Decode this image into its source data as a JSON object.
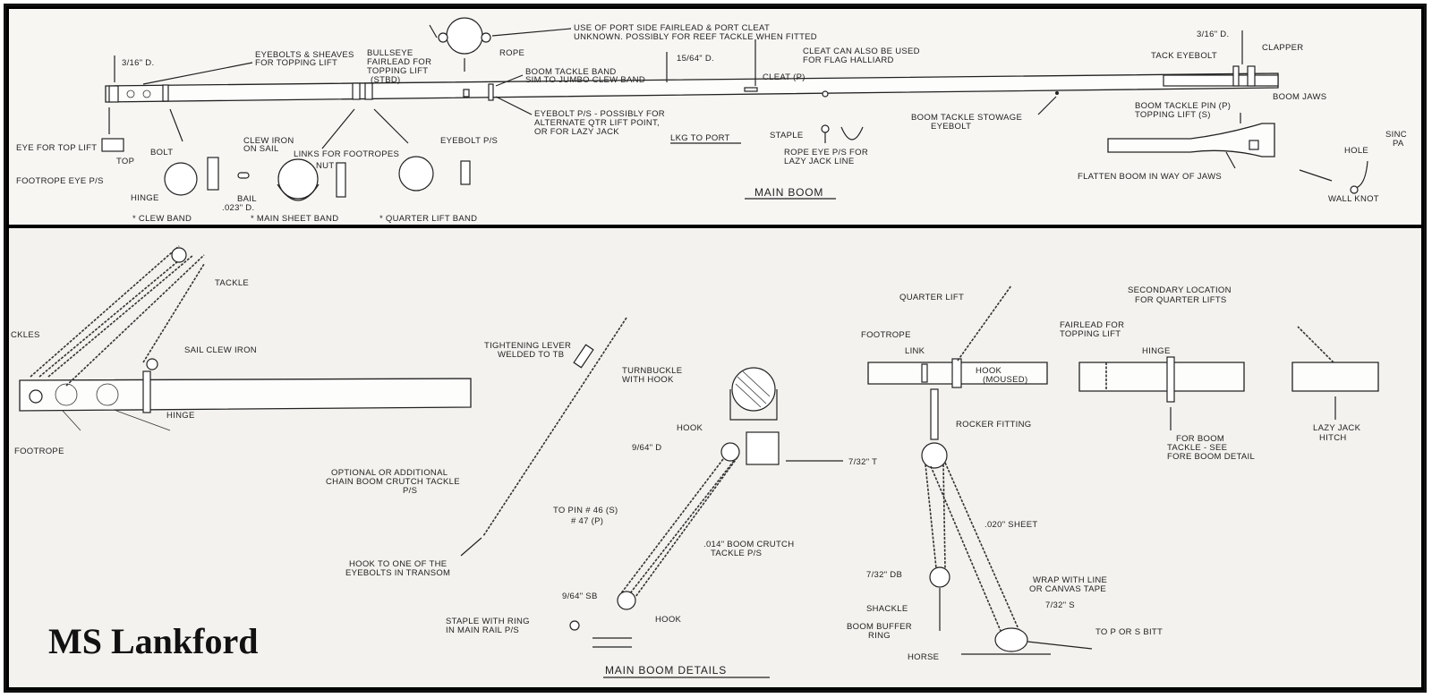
{
  "watermark": "MS Lankford",
  "top": {
    "title": "MAIN BOOM",
    "labels": {
      "d316_left": "3/16\" D.",
      "eyebolts_sheaves": "EYEBOLTS & SHEAVES",
      "for_topping_lift": "FOR TOPPING LIFT",
      "bullseye_1": "BULLSEYE",
      "bullseye_2": "FAIRLEAD FOR",
      "bullseye_3": "TOPPING LIFT",
      "bullseye_4": "(STBD)",
      "rope": "ROPE",
      "use_port_1": "USE OF PORT SIDE FAIRLEAD & PORT CLEAT",
      "use_port_2": "UNKNOWN. POSSIBLY FOR REEF TACKLE WHEN FITTED",
      "boom_tackle_band": "BOOM TACKLE BAND",
      "sim_jumbo": "SIM TO JUMBO CLEW BAND",
      "d1564": "15/64\" D.",
      "cleat_flag_1": "CLEAT CAN ALSO BE USED",
      "cleat_flag_2": "FOR FLAG HALLIARD",
      "cleat_p": "CLEAT (P)",
      "d316_right": "3/16\" D.",
      "tack_eyebolt": "TACK EYEBOLT",
      "clapper": "CLAPPER",
      "boom_jaws": "BOOM JAWS",
      "eye_top_lift": "EYE FOR TOP LIFT",
      "top": "TOP",
      "footrope_eye": "FOOTROPE EYE P/S",
      "bolt": "BOLT",
      "hinge": "HINGE",
      "clew_iron_1": "CLEW IRON",
      "clew_iron_2": "ON SAIL",
      "links_footropes": "LINKS FOR FOOTROPES",
      "nut": "NUT",
      "bail_1": "BAIL",
      "bail_2": ".023\" D.",
      "eyebolt_ps": "EYEBOLT P/S",
      "eyebolt_alt_1": "EYEBOLT P/S - POSSIBLY FOR",
      "eyebolt_alt_2": "ALTERNATE QTR LIFT POINT,",
      "eyebolt_alt_3": "OR FOR LAZY JACK",
      "lkg_port": "LKG TO PORT",
      "staple": "STAPLE",
      "rope_eye_1": "ROPE EYE P/S FOR",
      "rope_eye_2": "LAZY JACK LINE",
      "stowage_1": "BOOM TACKLE STOWAGE",
      "stowage_2": "EYEBOLT",
      "pin_1": "BOOM TACKLE PIN (P)",
      "pin_2": "TOPPING LIFT (S)",
      "flatten": "FLATTEN BOOM IN WAY OF JAWS",
      "hole": "HOLE",
      "wall_knot": "WALL KNOT",
      "sing_pa_1": "SINC",
      "sing_pa_2": "PA",
      "legend_clew": "* CLEW BAND",
      "legend_main": "* MAIN SHEET BAND",
      "legend_quarter": "* QUARTER LIFT BAND"
    }
  },
  "bottom": {
    "title": "MAIN BOOM DETAILS",
    "labels": {
      "tackle": "TACKLE",
      "ckles": "CKLES",
      "sail_clew_iron": "SAIL CLEW IRON",
      "hinge": "HINGE",
      "footrope": "FOOTROPE",
      "tightening_1": "TIGHTENING LEVER",
      "tightening_2": "WELDED TO TB",
      "turnbuckle_1": "TURNBUCKLE",
      "turnbuckle_2": "WITH HOOK",
      "optional_1": "OPTIONAL OR ADDITIONAL",
      "optional_2": "CHAIN BOOM CRUTCH TACKLE",
      "optional_3": "P/S",
      "hook_transom_1": "HOOK TO ONE OF THE",
      "hook_transom_2": "EYEBOLTS IN TRANSOM",
      "hook": "HOOK",
      "d964": "9/64\" D",
      "t732": "7/32\" T",
      "to_pin_1": "TO PIN # 46 (S)",
      "to_pin_2": "# 47 (P)",
      "crutch_1": ".014\" BOOM CRUTCH",
      "crutch_2": "TACKLE P/S",
      "sb964": "9/64\" SB",
      "hook2": "HOOK",
      "staple_ring_1": "STAPLE WITH RING",
      "staple_ring_2": "IN MAIN RAIL P/S",
      "quarter_lift": "QUARTER LIFT",
      "footrope2": "FOOTROPE",
      "link": "LINK",
      "hook_moused_1": "HOOK",
      "hook_moused_2": "(MOUSED)",
      "rocker": "ROCKER FITTING",
      "sheet": ".020\" SHEET",
      "db732": "7/32\" DB",
      "shackle": "SHACKLE",
      "buffer_1": "BOOM BUFFER",
      "buffer_2": "RING",
      "wrap_1": "WRAP WITH LINE",
      "wrap_2": "OR CANVAS TAPE",
      "s732": "7/32\" S",
      "horse": "HORSE",
      "bitt": "TO P OR S BITT",
      "secondary_1": "SECONDARY LOCATION",
      "secondary_2": "FOR QUARTER LIFTS",
      "fairlead_1": "FAIRLEAD FOR",
      "fairlead_2": "TOPPING LIFT",
      "hinge2": "HINGE",
      "fore_1": "FOR BOOM",
      "fore_2": "TACKLE - SEE",
      "fore_3": "FORE BOOM DETAIL",
      "lazy_1": "LAZY JACK",
      "lazy_2": "HITCH"
    }
  }
}
